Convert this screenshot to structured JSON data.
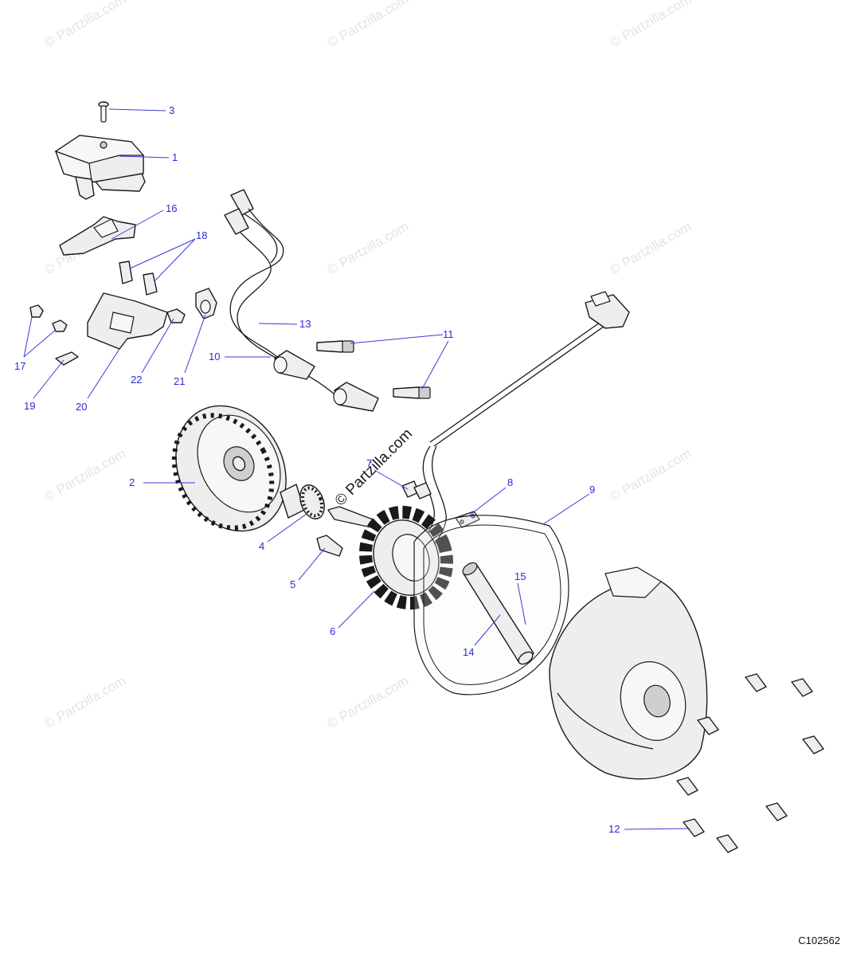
{
  "watermark": "© Partzilla.com",
  "center_watermark": "© Partzilla.com",
  "diagram_code": "C102562",
  "callouts": [
    "3",
    "1",
    "16",
    "18",
    "17",
    "19",
    "20",
    "22",
    "21",
    "13",
    "10",
    "11",
    "2",
    "7",
    "8",
    "9",
    "4",
    "5",
    "6",
    "15",
    "14",
    "12"
  ],
  "colors": {
    "callout": "#2a2ad6",
    "line": "#1a1a1a",
    "watermark": "#e4e4e4"
  }
}
